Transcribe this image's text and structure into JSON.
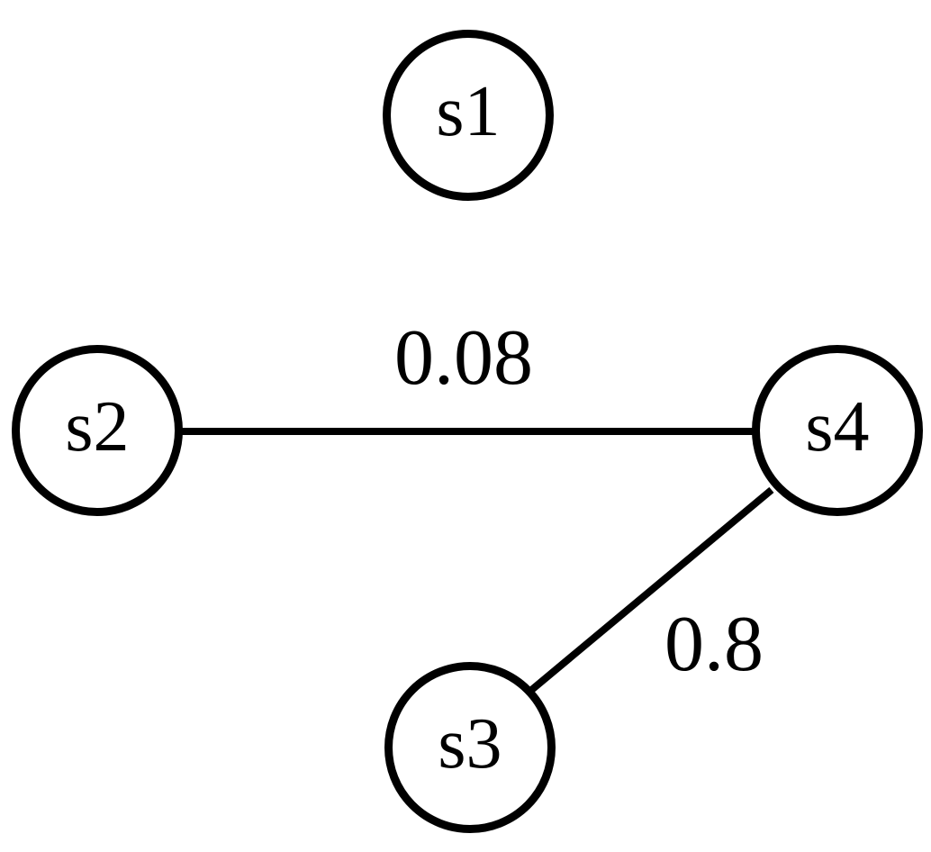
{
  "diagram": {
    "type": "undirected-weighted-graph",
    "background_color": "#ffffff",
    "stroke_color": "#000000",
    "nodes": [
      {
        "id": "s1",
        "label": "s1"
      },
      {
        "id": "s2",
        "label": "s2"
      },
      {
        "id": "s3",
        "label": "s3"
      },
      {
        "id": "s4",
        "label": "s4"
      }
    ],
    "edges": [
      {
        "from": "s2",
        "to": "s4",
        "weight": "0.08"
      },
      {
        "from": "s3",
        "to": "s4",
        "weight": "0.8"
      }
    ]
  }
}
